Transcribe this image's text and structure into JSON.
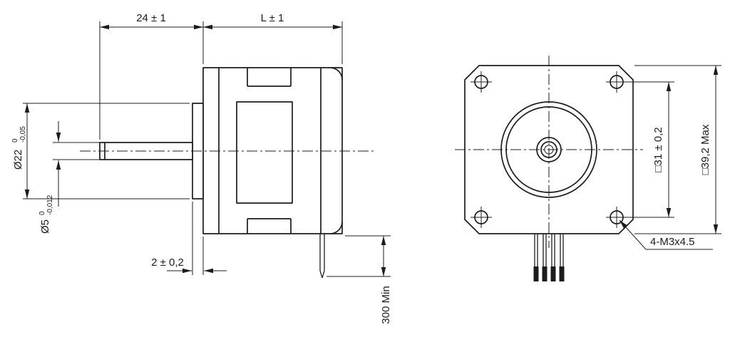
{
  "colors": {
    "line": "#1c1c1c",
    "background": "#ffffff"
  },
  "side_view": {
    "shaft_length": "24 ± 1",
    "body_length": "L ± 1",
    "boss_diameter": "Ø22",
    "boss_diameter_tol_upper": "0",
    "boss_diameter_tol_lower": "-0,05",
    "shaft_diameter": "Ø5",
    "shaft_diameter_tol_upper": "0",
    "shaft_diameter_tol_lower": "-0,012",
    "boss_protrusion": "2 ± 0,2",
    "lead_wire_length": "300 Min"
  },
  "front_view": {
    "mounting_hole_spacing": "□31 ± 0,2",
    "body_width": "□39,2 Max",
    "mounting_holes": "4-M3x4.5"
  }
}
